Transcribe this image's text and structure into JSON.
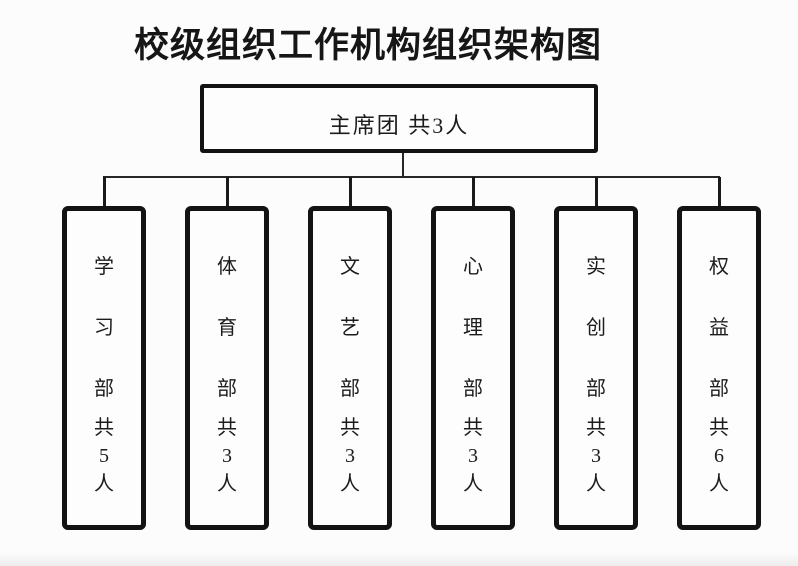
{
  "title": "校级组织工作机构组织架构图",
  "root": {
    "text": "主席团 共3人"
  },
  "departments": [
    {
      "name": "学习部",
      "count_text": "共5人"
    },
    {
      "name": "体育部",
      "count_text": "共3人"
    },
    {
      "name": "文艺部",
      "count_text": "共3人"
    },
    {
      "name": "心理部",
      "count_text": "共3人"
    },
    {
      "name": "实创部",
      "count_text": "共3人"
    },
    {
      "name": "权益部",
      "count_text": "共6人"
    }
  ],
  "colors": {
    "ink": "#141414",
    "line": "#262626",
    "background": "#fcfcfc"
  }
}
